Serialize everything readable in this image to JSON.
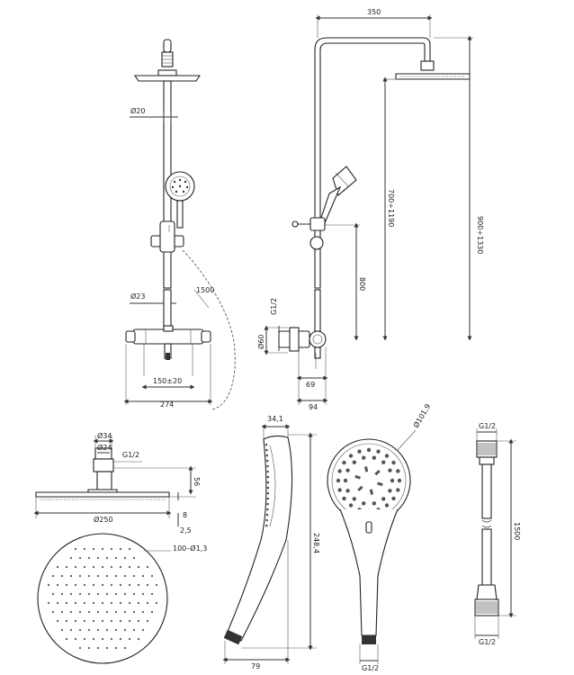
{
  "front_view": {
    "pipe_diameter": "Ø20",
    "riser_diameter": "Ø23",
    "hose_length": "1500",
    "center_distance": "150±20",
    "mixer_width": "274"
  },
  "side_view": {
    "arm_length": "350",
    "height_range_outer": "900÷1330",
    "height_range_inner": "700÷1190",
    "handshower_height": "800",
    "connection_thread": "G1/2",
    "body_diameter": "Ø60",
    "depth_inner": "69",
    "depth_outer": "94"
  },
  "overhead_shower": {
    "d_outer": "Ø34",
    "d_inner": "Ø24",
    "thread": "G1/2",
    "height_top": "56",
    "height_mid": "8",
    "height_bottom": "2,5",
    "diameter": "Ø250",
    "nozzles": "100–Ø1,3"
  },
  "hand_shower_side": {
    "head_width": "34,1",
    "length": "248,4",
    "base_width": "79"
  },
  "hand_shower_front": {
    "face_diameter": "Ø101,9",
    "thread": "G1/2"
  },
  "hose": {
    "thread_top": "G1/2",
    "length": "1500",
    "thread_bottom": "G1/2"
  }
}
